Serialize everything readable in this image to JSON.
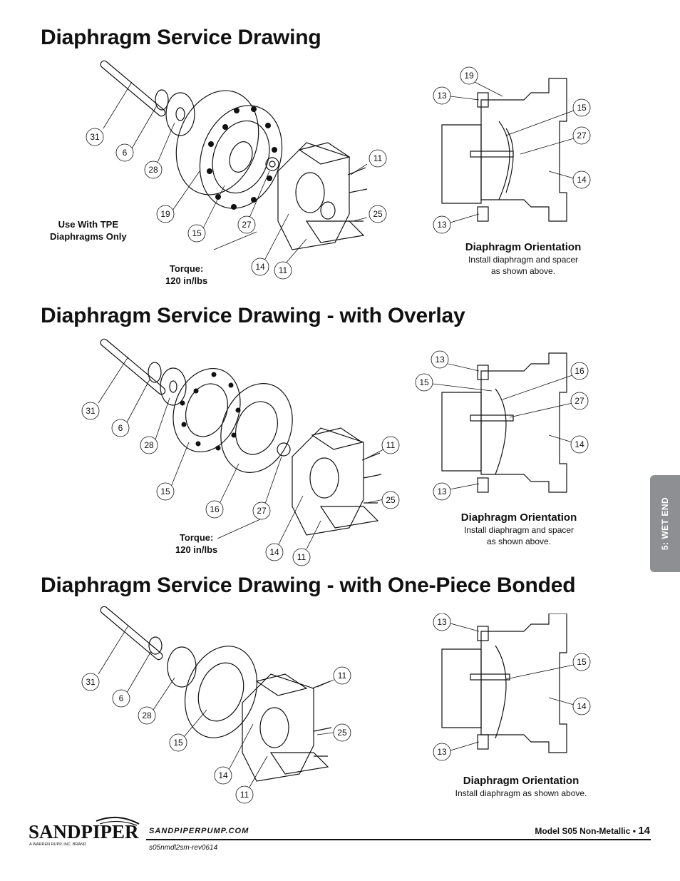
{
  "titles": {
    "t1": "Diaphragm Service Drawing",
    "t2": "Diaphragm Service Drawing - with Overlay",
    "t3": "Diaphragm Service Drawing - with One-Piece Bonded"
  },
  "section1": {
    "callouts": [
      "31",
      "6",
      "28",
      "19",
      "15",
      "27",
      "14",
      "11",
      "11",
      "25"
    ],
    "note_tpe": "Use With TPE\nDiaphragms Only",
    "torque": "Torque:\n120 in/lbs",
    "orient_callouts": [
      "19",
      "13",
      "15",
      "27",
      "14",
      "13"
    ],
    "orient_title": "Diaphragm Orientation",
    "orient_text": "Install diaphragm and spacer\nas shown above."
  },
  "section2": {
    "callouts": [
      "31",
      "6",
      "28",
      "15",
      "16",
      "27",
      "14",
      "11",
      "11",
      "25"
    ],
    "torque": "Torque:\n120 in/lbs",
    "orient_callouts": [
      "13",
      "15",
      "16",
      "27",
      "14",
      "13"
    ],
    "orient_title": "Diaphragm Orientation",
    "orient_text": "Install diaphragm and spacer\nas shown above."
  },
  "section3": {
    "callouts": [
      "31",
      "6",
      "28",
      "15",
      "14",
      "11",
      "11",
      "25"
    ],
    "orient_callouts": [
      "13",
      "15",
      "14",
      "13"
    ],
    "orient_title": "Diaphragm Orientation",
    "orient_text": "Install diaphragm as shown above."
  },
  "side_tab": "5: WET END",
  "footer": {
    "logo": "SANDPIPER",
    "logo_sub": "A WARREN RUPP, INC. BRAND",
    "website": "SANDPIPERPUMP.COM",
    "revision": "s05nmdl2sm-rev0614",
    "model": "Model S05 Non-Metallic •",
    "page": "14"
  }
}
